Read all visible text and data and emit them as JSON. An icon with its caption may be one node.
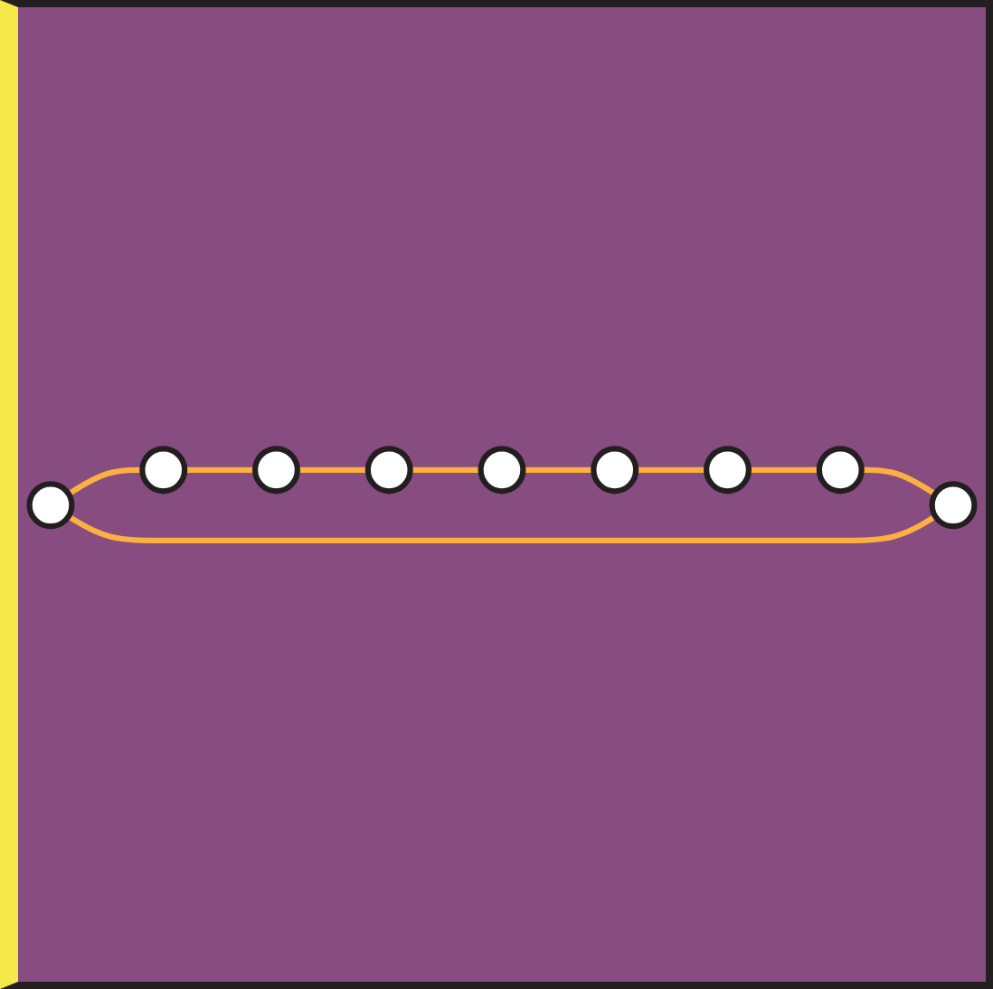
{
  "diagram": {
    "nodes": [
      {
        "text": [],
        "shape": "circle"
      },
      {
        "text": [],
        "shape": "circle"
      },
      {
        "text": [],
        "shape": "circle"
      },
      {
        "text": [],
        "shape": "circle"
      },
      {
        "text": [],
        "shape": "circle"
      },
      {
        "text": [],
        "shape": "circle"
      },
      {
        "text": [],
        "shape": "circle"
      },
      {
        "text": [],
        "shape": "circle"
      },
      {
        "text": [],
        "shape": "circle"
      }
    ],
    "edges": [
      {
        "from": 3,
        "to": 5,
        "arrow": "none"
      },
      {
        "from": 5,
        "to": 7,
        "arrow": "none"
      },
      {
        "from": 7,
        "to": 8,
        "arrow": "none"
      },
      {
        "from": 8,
        "to": 6,
        "arrow": "none"
      },
      {
        "from": 6,
        "to": 4,
        "arrow": "none"
      },
      {
        "from": 4,
        "to": 2,
        "arrow": "none"
      },
      {
        "from": 2,
        "to": 0,
        "arrow": "none"
      },
      {
        "from": 0,
        "to": 1,
        "arrow": "none"
      },
      {
        "from": 1,
        "to": 3,
        "arrow": "none"
      }
    ]
  }
}
